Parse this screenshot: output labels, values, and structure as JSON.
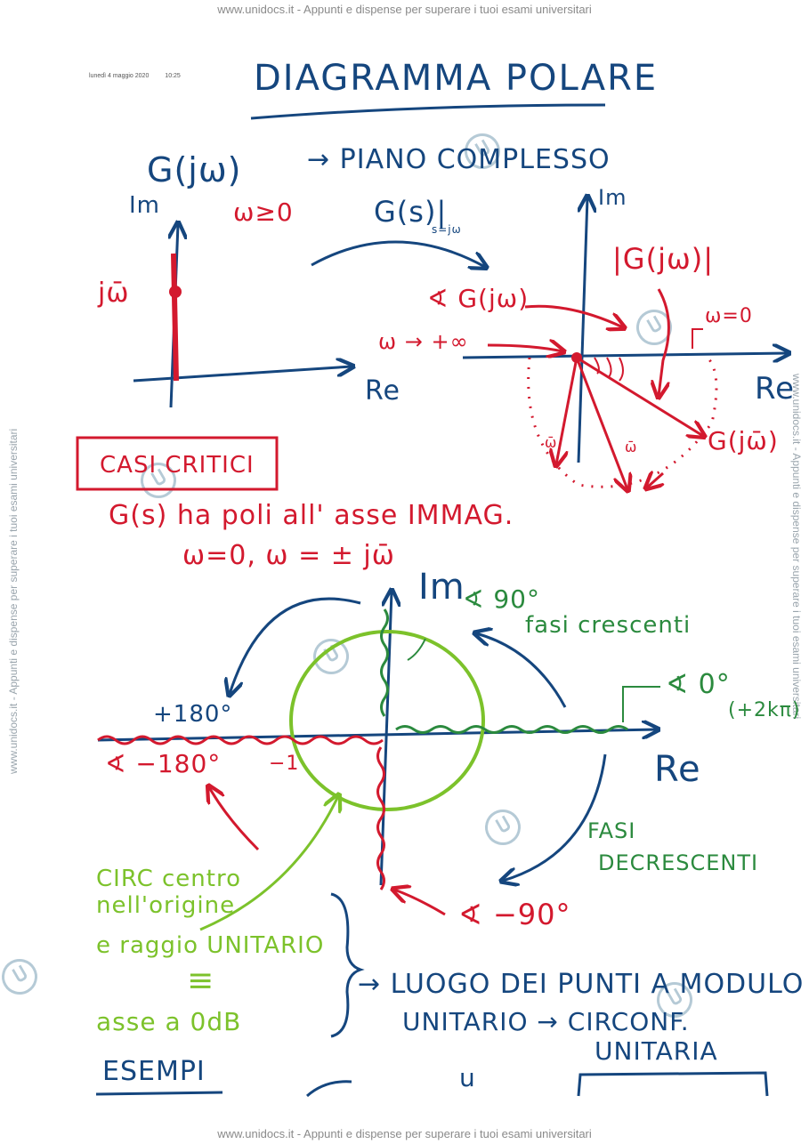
{
  "banner": {
    "top": "www.unidocs.it - Appunti e dispense per superare i tuoi esami universitari",
    "bottom": "www.unidocs.it - Appunti e dispense per superare i tuoi esami universitari",
    "side_left": "www.unidocs.it - Appunti e dispense per superare i tuoi esami universitari",
    "side_right": "www.unidocs.it - Appunti e dispense per superare i tuoi esami universitari"
  },
  "meta": {
    "date": "lunedì 4 maggio 2020",
    "time": "10:25"
  },
  "title": "DIAGRAMMA POLARE",
  "section1": {
    "g_jw": "G(jω)",
    "arrow_label": "→ PIANO COMPLESSO",
    "omega_cond": "ω≥0",
    "gs_eval": "G(s)|",
    "gs_sub": "s=jω",
    "left_axis_im": "Im",
    "left_axis_re": "Re",
    "j_omega_bar": "jω̄",
    "right_axis_im": "Im",
    "right_axis_re": "Re",
    "modulus": "|G(jω)|",
    "phase": "∢ G(jω)",
    "omega_zero": "ω=0",
    "omega_inf": "ω → +∞",
    "g_jw_bar": "G(jω̄)",
    "omega_bar_1": "ω̄",
    "omega_bar_2": "ω̄"
  },
  "section2": {
    "box_title": "CASI CRITICI",
    "line1": "G(s) ha poli all' asse IMMAG.",
    "line2": "ω=0,   ω = ± jω̄",
    "im": "Im",
    "re": "Re",
    "angle_90": "∢ 90°",
    "fasi_crescenti": "fasi crescenti",
    "angle_0": "∢ 0°",
    "angle_0_note": "(+2kπ)",
    "plus_180": "+180°",
    "minus_180": "∢ −180°",
    "minus_1": "−1",
    "fasi_decrescenti_1": "FASI",
    "fasi_decrescenti_2": "DECRESCENTI",
    "angle_minus_90": "∢ −90°",
    "circ_1": "CIRC centro",
    "circ_2": "nell'origine",
    "circ_3": "e raggio UNITARIO",
    "circ_eq": "≡",
    "circ_4": "asse a 0dB",
    "luogo_1": "→ LUOGO DEI PUNTI A MODULO",
    "luogo_2": "UNITARIO → CIRCONF.",
    "luogo_3": "UNITARIA"
  },
  "section3": {
    "esempi": "ESEMPI",
    "partial": "u"
  },
  "colors": {
    "blue": "#15467e",
    "red": "#d3192e",
    "green": "#2b8a3e",
    "lime": "#7cc22b"
  }
}
